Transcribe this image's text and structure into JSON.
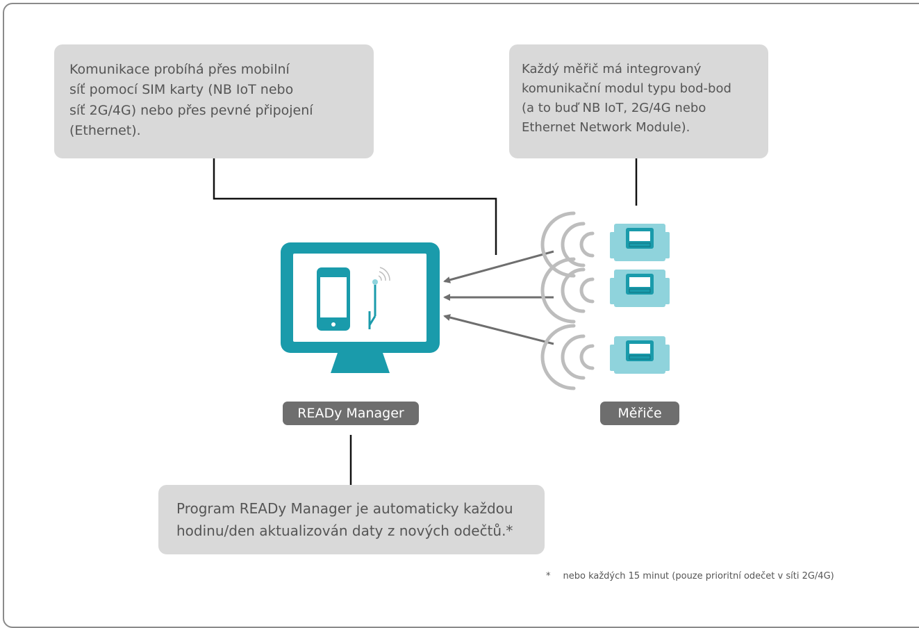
{
  "notes": {
    "left": {
      "lines": [
        "Komunikace probíhá přes mobilní",
        "síť pomocí SIM karty (NB IoT nebo",
        "síť 2G/4G) nebo přes pevné připojení",
        "(Ethernet)."
      ]
    },
    "right": {
      "lines": [
        "Každý měřič má integrovaný",
        "komunikační modul typu bod-bod",
        "(a to buď NB IoT, 2G/4G nebo",
        "Ethernet Network Module)."
      ]
    },
    "bottom": {
      "lines": [
        "Program READy Manager je automaticky každou",
        "hodinu/den aktualizován daty z nových odečtů.*"
      ]
    }
  },
  "labels": {
    "manager": "READy Manager",
    "meters": "Měřiče"
  },
  "footnote": {
    "marker": "*",
    "text": "nebo každých 15 minut (pouze prioritní odečet v síti 2G/4G)"
  },
  "colors": {
    "teal": "#1a9bab",
    "light_teal": "#8fd3dc",
    "note_bg": "#d9d9d9",
    "pill_bg": "#6e6e6e",
    "arrow": "#6e6e6e",
    "waves": "#bdbdbd"
  }
}
